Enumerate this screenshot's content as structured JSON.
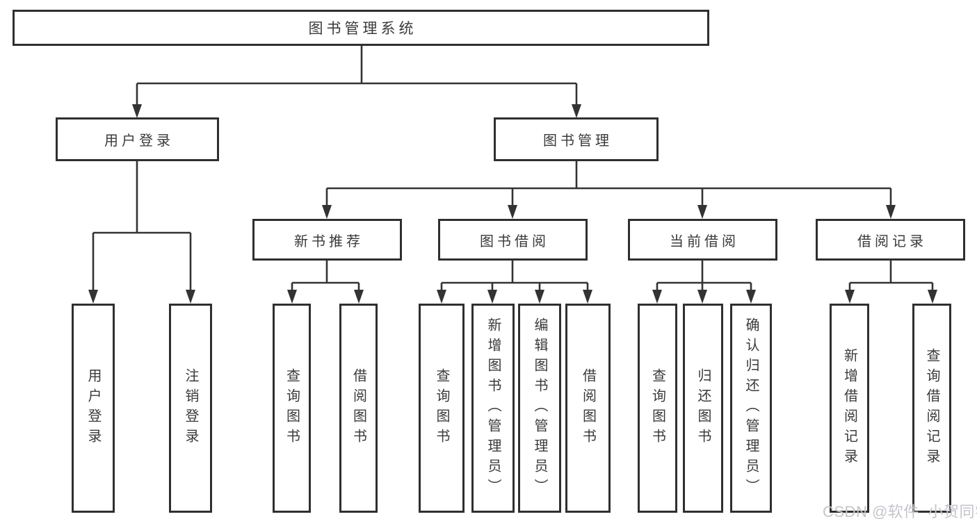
{
  "tree": {
    "root": {
      "label": "图书管理系统"
    },
    "branches": [
      {
        "label": "用户登录",
        "children": [
          {
            "label": "用户登录"
          },
          {
            "label": "注销登录"
          }
        ]
      },
      {
        "label": "图书管理",
        "children": [
          {
            "label": "新书推荐",
            "children": [
              {
                "label": "查询图书"
              },
              {
                "label": "借阅图书"
              }
            ]
          },
          {
            "label": "图书借阅",
            "children": [
              {
                "label": "查询图书"
              },
              {
                "label": "新增图书（管理员）"
              },
              {
                "label": "编辑图书（管理员）"
              },
              {
                "label": "借阅图书"
              }
            ]
          },
          {
            "label": "当前借阅",
            "children": [
              {
                "label": "查询图书"
              },
              {
                "label": "归还图书"
              },
              {
                "label": "确认归还（管理员）"
              }
            ]
          },
          {
            "label": "借阅记录",
            "children": [
              {
                "label": "新增借阅记录"
              },
              {
                "label": "查询借阅记录"
              }
            ]
          }
        ]
      }
    ]
  },
  "watermark": {
    "text": "CSDN @软件_小贺同学"
  },
  "colors": {
    "background": "#ffffff",
    "box_border": "#2f2f2f",
    "line": "#333333",
    "text": "#3a3a3a",
    "watermark": "#c4c4cc"
  }
}
